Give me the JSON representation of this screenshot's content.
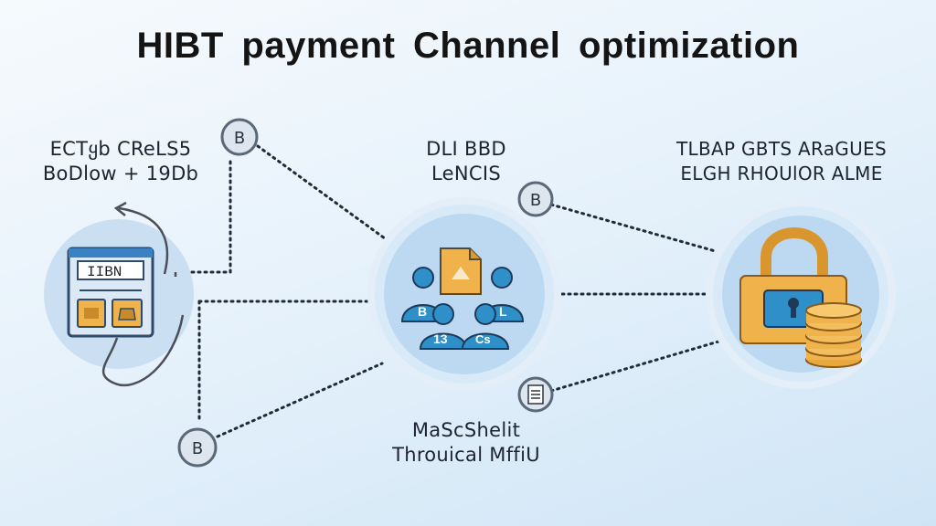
{
  "title": "HIBT  payment  Channel  optimization",
  "nodes": {
    "left": {
      "label_line1": "ECTყb CReLS5",
      "label_line2": "BoDlow + 19Db",
      "card_text": "IIBN"
    },
    "center": {
      "label_line1": "DLI BBD",
      "label_line2": "LeNCIS",
      "badge_left": "B",
      "badge_bottom_left": "13",
      "badge_bottom_right": "Cs",
      "badge_right": "L",
      "bottom_label_line1": "MaScShelit",
      "bottom_label_line2": "Throuical MffiU"
    },
    "right": {
      "label_line1": "TLBAP GBTS ARaGUES",
      "label_line2": "ELGH RHOUlOR ALME"
    }
  },
  "coins": {
    "top_left": "B",
    "mid_right": "B",
    "bottom_left": "B"
  },
  "colors": {
    "accent_blue": "#2e8fc9",
    "gold": "#f0b24a",
    "dots": "#1f2a3a"
  }
}
